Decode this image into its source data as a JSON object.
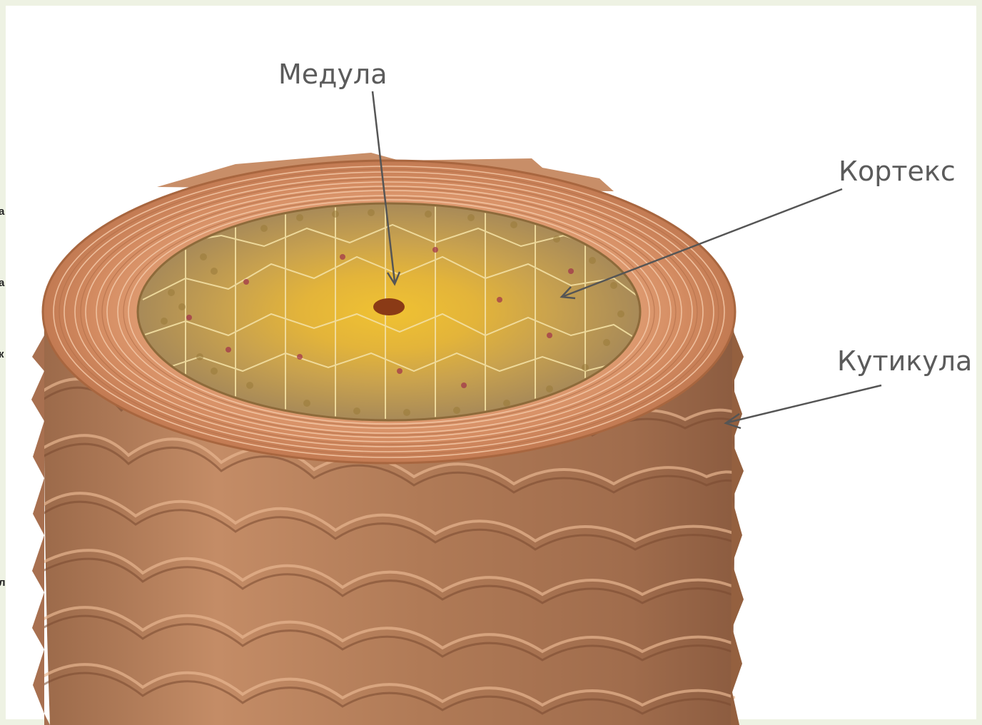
{
  "diagram": {
    "labels": {
      "medulla": "Медула",
      "cortex": "Кортекс",
      "cuticle": "Кутикула"
    },
    "clipped_slide_text": [
      "а",
      "а",
      "к",
      "л"
    ],
    "colors": {
      "label_text": "#5b5b5b",
      "pointer_line": "#555555",
      "cuticle_base": "#b27a54",
      "cuticle_highlight": "#e3ad85",
      "cortex_ring": "#d99068",
      "cortex_cells": "#b08c52",
      "medulla_core": "#e8b21c",
      "slide_frame": "#eef2e3"
    }
  }
}
